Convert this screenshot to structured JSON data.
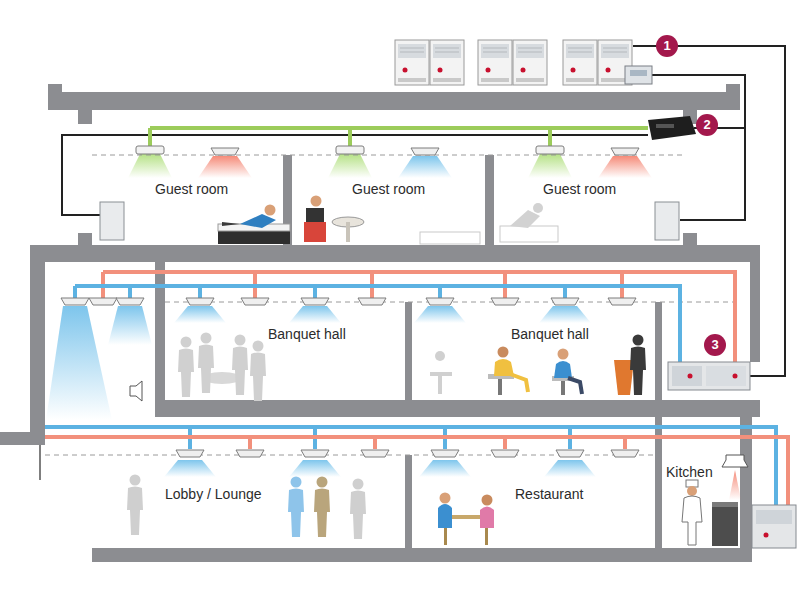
{
  "diagram": {
    "nodes": [
      {
        "text": [
          "1"
        ]
      },
      {
        "text": [
          "2"
        ]
      },
      {
        "text": [
          "Guest room"
        ]
      },
      {
        "text": [
          "Guest room"
        ]
      },
      {
        "text": [
          "Guest room"
        ]
      },
      {
        "text": [
          "Banquet hall"
        ]
      },
      {
        "text": [
          "Banquet hall"
        ]
      },
      {
        "text": [
          "3"
        ]
      },
      {
        "text": [
          "Lobby / Lounge"
        ]
      },
      {
        "text": [
          "Restaurant"
        ]
      },
      {
        "text": [
          "Kitchen"
        ]
      }
    ]
  }
}
